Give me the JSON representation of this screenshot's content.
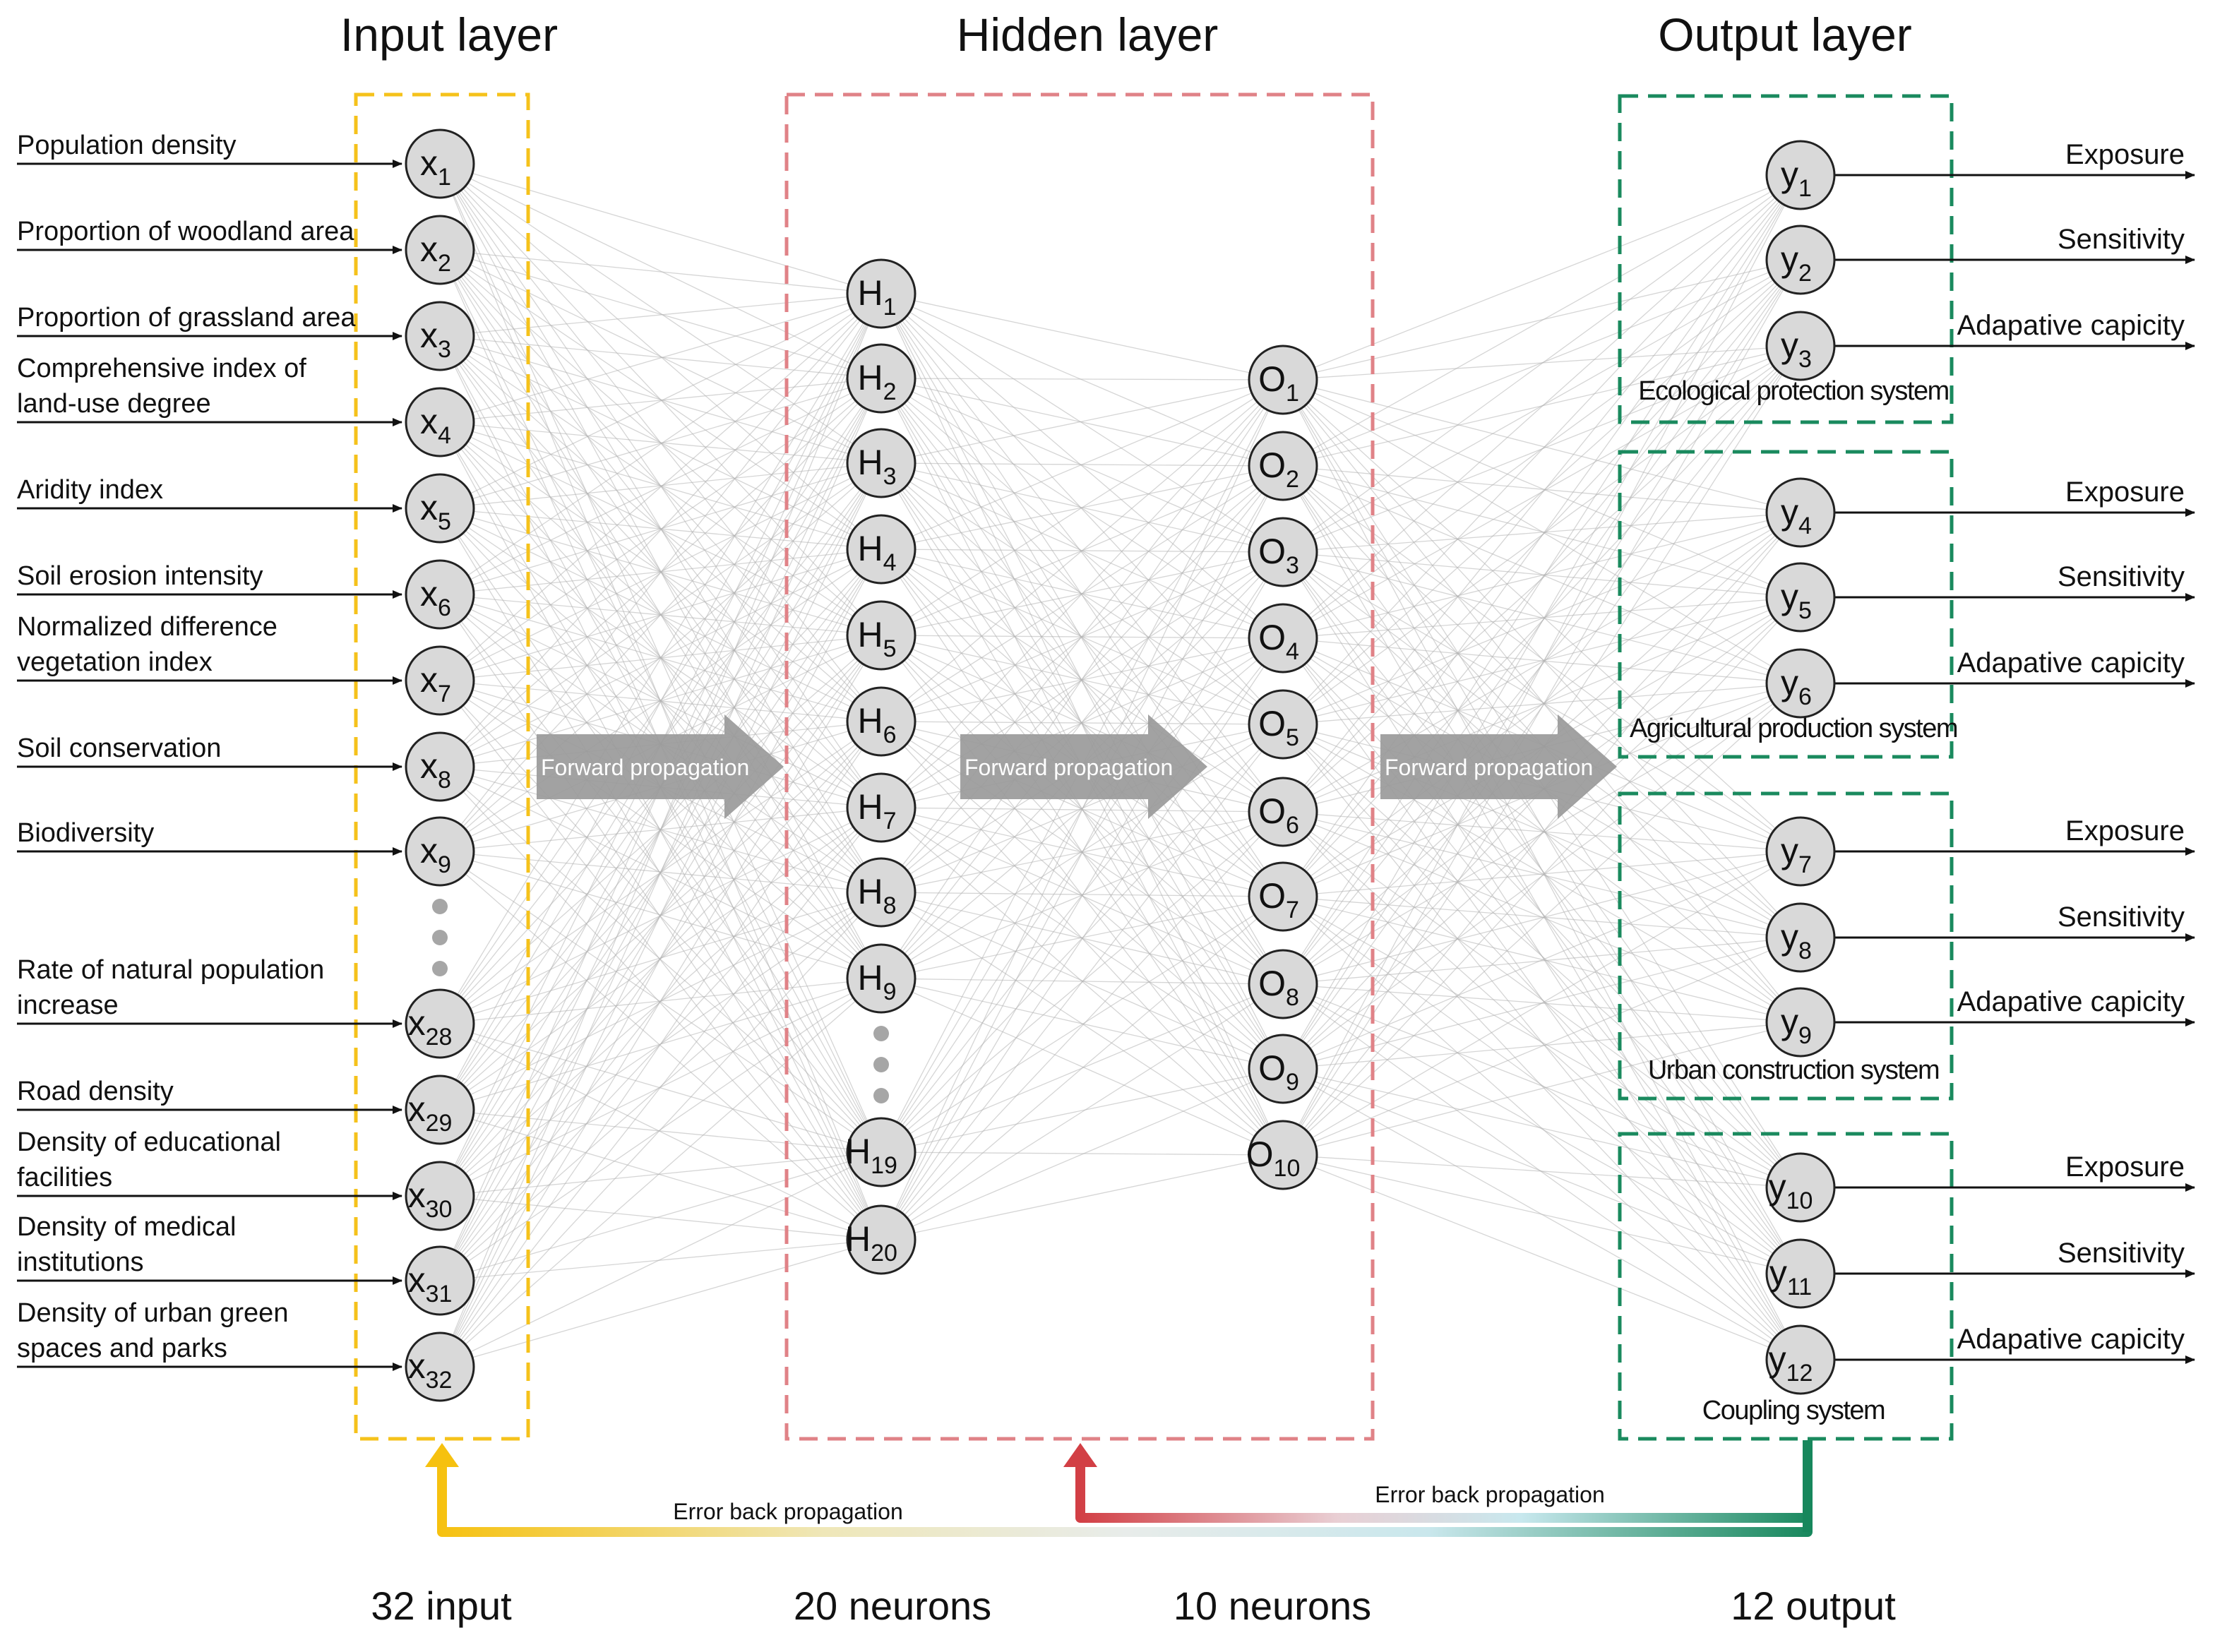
{
  "layer_titles": {
    "input": "Input layer",
    "hidden": "Hidden layer",
    "output": "Output layer"
  },
  "input_features": [
    {
      "lines": [
        "Population density"
      ],
      "node": "1"
    },
    {
      "lines": [
        "Proportion of woodland area"
      ],
      "node": "2"
    },
    {
      "lines": [
        "Proportion of grassland area"
      ],
      "node": "3"
    },
    {
      "lines": [
        "Comprehensive index of",
        "land-use degree"
      ],
      "node": "4"
    },
    {
      "lines": [
        "Aridity index"
      ],
      "node": "5"
    },
    {
      "lines": [
        "Soil erosion intensity"
      ],
      "node": "6"
    },
    {
      "lines": [
        "Normalized difference",
        "vegetation index"
      ],
      "node": "7"
    },
    {
      "lines": [
        "Soil conservation"
      ],
      "node": "8"
    },
    {
      "lines": [
        "Biodiversity"
      ],
      "node": "9"
    },
    {
      "lines": [
        "Rate of natural population",
        "increase"
      ],
      "node": "28"
    },
    {
      "lines": [
        "Road density"
      ],
      "node": "29"
    },
    {
      "lines": [
        "Density of educational",
        "facilities"
      ],
      "node": "30"
    },
    {
      "lines": [
        "Density of medical",
        "institutions"
      ],
      "node": "31"
    },
    {
      "lines": [
        "Density of urban green",
        "spaces and parks"
      ],
      "node": "32"
    }
  ],
  "input_symbol": "x",
  "hidden1": {
    "symbol": "H",
    "nodes": [
      "1",
      "2",
      "3",
      "4",
      "5",
      "6",
      "7",
      "8",
      "9",
      "19",
      "20"
    ]
  },
  "hidden2": {
    "symbol": "O",
    "nodes": [
      "1",
      "2",
      "3",
      "4",
      "5",
      "6",
      "7",
      "8",
      "9",
      "10"
    ]
  },
  "output_symbol": "y",
  "output_groups": [
    {
      "system": "Ecological protection system",
      "outputs": [
        {
          "node": "1",
          "label": "Exposure"
        },
        {
          "node": "2",
          "label": "Sensitivity"
        },
        {
          "node": "3",
          "label": "Adapative capicity"
        }
      ]
    },
    {
      "system": "Agricultural production system",
      "outputs": [
        {
          "node": "4",
          "label": "Exposure"
        },
        {
          "node": "5",
          "label": "Sensitivity"
        },
        {
          "node": "6",
          "label": "Adapative capicity"
        }
      ]
    },
    {
      "system": "Urban construction system",
      "outputs": [
        {
          "node": "7",
          "label": "Exposure"
        },
        {
          "node": "8",
          "label": "Sensitivity"
        },
        {
          "node": "9",
          "label": "Adapative capicity"
        }
      ]
    },
    {
      "system": "Coupling system",
      "outputs": [
        {
          "node": "10",
          "label": "Exposure"
        },
        {
          "node": "11",
          "label": "Sensitivity"
        },
        {
          "node": "12",
          "label": "Adapative capicity"
        }
      ]
    }
  ],
  "forward_label": "Forward propagation",
  "backprop_label": "Error back propagation",
  "counts": {
    "input": "32 input",
    "hidden1": "20 neurons",
    "hidden2": "10 neurons",
    "output": "12 output"
  },
  "colors": {
    "input_box": "#f5c21b",
    "hidden_box": "#e08287",
    "output_box": "#1a8a5e",
    "node_fill": "#d9d9d9",
    "arrow_fill": "#9a9a9a",
    "backprop_yellow": "#f6c10f",
    "backprop_red": "#d23f45",
    "backprop_green": "#17875c"
  }
}
